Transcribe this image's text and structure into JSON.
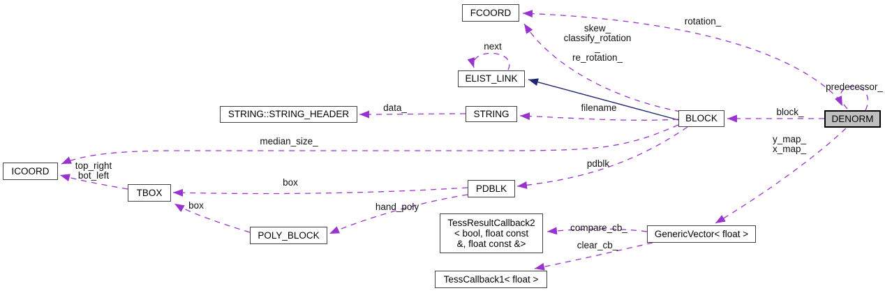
{
  "diagram": {
    "type": "collaboration-graph",
    "colors": {
      "edge_dashed": "#9a32cd",
      "edge_solid": "#20266e",
      "node_fill": "#ffffff",
      "node_border": "#404040",
      "highlight_fill": "#bfbfbf",
      "text": "#000000"
    },
    "nodes": {
      "fcoord": {
        "label": "FCOORD"
      },
      "elist_link": {
        "label": "ELIST_LINK"
      },
      "string_header": {
        "label": "STRING::STRING_HEADER"
      },
      "string": {
        "label": "STRING"
      },
      "block": {
        "label": "BLOCK"
      },
      "denorm": {
        "label": "DENORM",
        "highlighted": true
      },
      "icoord": {
        "label": "ICOORD"
      },
      "tbox": {
        "label": "TBOX"
      },
      "pdblk": {
        "label": "PDBLK"
      },
      "poly_block": {
        "label": "POLY_BLOCK"
      },
      "tess_result_callback2": {
        "label": "TessResultCallback2\n< bool, float const\n&, float const &>"
      },
      "generic_vector": {
        "label": "GenericVector< float >"
      },
      "tess_callback1": {
        "label": "TessCallback1< float >"
      }
    },
    "edge_labels": {
      "next": "next",
      "skew_classify_re_rotation": "skew_\nclassify_rotation\n_\nre_rotation_",
      "rotation": "rotation_",
      "data": "data_",
      "filename": "filename",
      "block": "block_",
      "predecessor": "predecessor_",
      "median_size": "median_size_",
      "top_right_bot_left": "top_right\nbot_left",
      "y_map_x_map": "y_map_\nx_map_",
      "pdblk": "pdblk",
      "box_pdblk_tbox": "box",
      "box_poly_tbox": "box",
      "hand_poly": "hand_poly",
      "compare_cb": "compare_cb_",
      "clear_cb": "clear_cb_"
    }
  }
}
